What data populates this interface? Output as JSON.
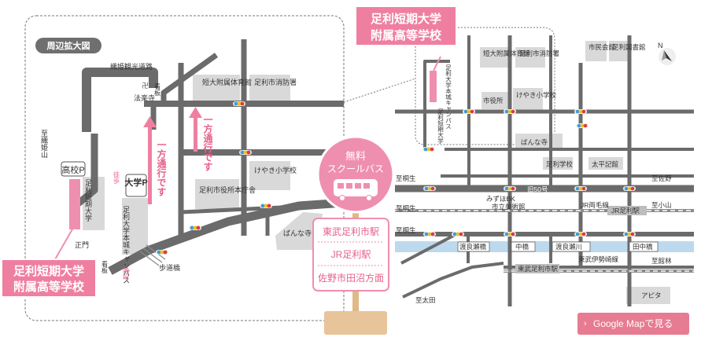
{
  "left_map": {
    "title": "周辺拡大図",
    "roads": {
      "kanko": "織姫観光道路",
      "oneway1": "一方通行です",
      "oneway2": "一方通行です",
      "footbridge": "歩道橋",
      "to_orihime": "至織姫山"
    },
    "places": {
      "houraiji": "法楽寺",
      "gym": "短大附属体育館",
      "fire": "足利市消防署",
      "keyaki": "けやき小学校",
      "cityhall": "足利市役所本庁舎",
      "bannaji": "ばんな寺",
      "tandai": "足利短期大学",
      "campus": "足利大学本城キャンパス",
      "seimon": "正門",
      "koko_p": "高校P",
      "daigaku_p": "大学P"
    },
    "signs": {
      "kanban1": "看板",
      "kanban2": "看板",
      "toho": "徒歩",
      "kaidan": "階段",
      "manji": "卍"
    },
    "school_label_line1": "足利短期大学",
    "school_label_line2": "附属高等学校"
  },
  "bus_sign": {
    "top_line1": "無料",
    "top_line2": "スクールバス",
    "stops": [
      "東武足利市駅",
      "JR足利駅",
      "佐野市田沼方面"
    ]
  },
  "right_map": {
    "school_label_line1": "足利短期大学",
    "school_label_line2": "附属高等学校",
    "places": {
      "gym": "短大附属体育館",
      "fire": "足利市消防署",
      "citizen": "市民会館",
      "library": "足利図書館",
      "cityhall": "市役所",
      "keyaki": "けやき小学校",
      "bannaji": "ばんな寺",
      "ashikaga_gakko": "足利学校",
      "taiheiki": "太平記館",
      "mizuho": "みずほBK",
      "museum": "市立美術館",
      "tobu_ashikaga": "東武足利市駅",
      "tobu_isesaki": "東武伊勢崎線",
      "apita": "アピタ",
      "campus": "足利大学本城キャンパス",
      "tandai": "足利短期大学"
    },
    "roads": {
      "r50": "旧50号",
      "jr_ryomo": "JR両毛線",
      "jr_station": "JR足利駅",
      "watarase": "渡良瀬川",
      "watarase_bridge": "渡良瀬橋",
      "naka_bridge": "中橋",
      "tanaka_bridge": "田中橋"
    },
    "directions": {
      "kiryu1": "至桐生",
      "kiryu2": "至桐生",
      "kiryu3": "至桐生",
      "sano": "至佐野",
      "oyama": "至小山",
      "tatebayashi": "至館林",
      "ota": "至太田"
    },
    "compass": "N"
  },
  "google_button": {
    "label": "Google Mapで見る",
    "arrow": "›"
  },
  "colors": {
    "pink": "#e77b91",
    "pink_light": "#f1a6bb",
    "road": "#6b6b6b",
    "building": "#d9d9d9",
    "river": "#bcd9ee",
    "post": "#e1b887"
  }
}
